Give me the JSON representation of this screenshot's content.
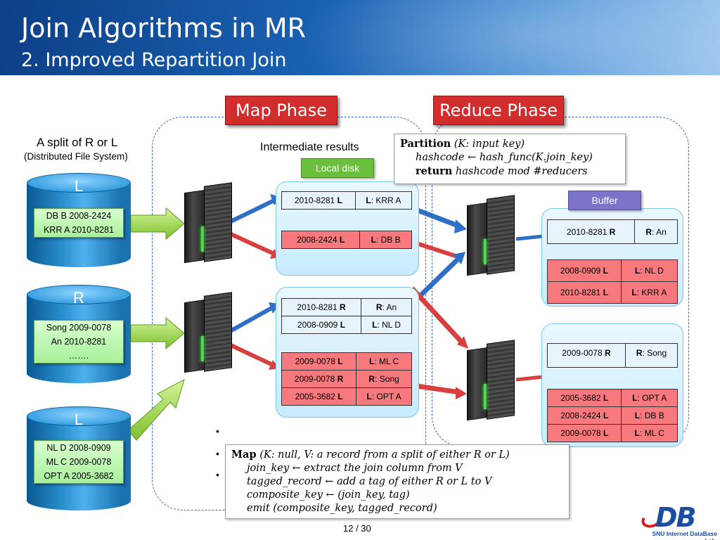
{
  "header": {
    "title": "Join Algorithms in MR",
    "subtitle": "2. Improved Repartition Join"
  },
  "phases": {
    "map": "Map Phase",
    "reduce": "Reduce Phase"
  },
  "split_label": {
    "line1": "A split of R or L",
    "line2": "(Distributed File System)"
  },
  "intermediate_label": "Intermediate results",
  "local_disk_label": "Local disk",
  "buffer_label": "Buffer",
  "splits": [
    {
      "name": "L",
      "rows": [
        "DB B 2008-2424",
        "KRR A 2010-8281"
      ]
    },
    {
      "name": "R",
      "rows": [
        "Song 2009-0078",
        "An 2010-8281",
        "……."
      ]
    },
    {
      "name": "L",
      "rows": [
        "NL D 2008-0909",
        "ML C 2009-0078",
        "OPT A 2005-3682"
      ]
    }
  ],
  "map1_tables": {
    "blue": [
      [
        "2010-8281 ",
        "L",
        "L",
        ": KRR A"
      ]
    ],
    "red": [
      [
        "2008-2424 ",
        "L",
        "L",
        ": DB B"
      ]
    ]
  },
  "map2_tables": {
    "blue": [
      [
        "2010-8281 ",
        "R",
        "R",
        ": An"
      ],
      [
        "2008-0909 ",
        "L",
        "L",
        ": NL D"
      ]
    ],
    "red": [
      [
        "2009-0078 ",
        "L",
        "L",
        ": ML C"
      ],
      [
        "2009-0078 ",
        "R",
        "R",
        ": Song"
      ],
      [
        "2005-3682 ",
        "L",
        "L",
        ": OPT A"
      ]
    ]
  },
  "reduce1_tables": {
    "blue": [
      [
        "2010-8281 ",
        "R",
        "R",
        ": An"
      ]
    ],
    "red": [
      [
        "2008-0909 ",
        "L",
        "L",
        ": NL D"
      ],
      [
        "2010-8281 ",
        "L",
        "L",
        ": KRR A"
      ]
    ]
  },
  "reduce2_tables": {
    "blue": [
      [
        "2009-0078 ",
        "R",
        "R",
        ": Song"
      ]
    ],
    "red": [
      [
        "2005-3682 ",
        "L",
        "L",
        ": OPT A"
      ],
      [
        "2008-2424 ",
        "L",
        "L",
        ": DB B"
      ],
      [
        "2009-0078 ",
        "L",
        "L",
        ": ML C"
      ]
    ]
  },
  "partition_formula": {
    "line1_kw": "Partition",
    "line1_rest": " (K: input key)",
    "line2": "hashcode ← hash_func(K.join_key)",
    "line3_kw": "return",
    "line3_rest": " hashcode mod #reducers"
  },
  "map_formula": {
    "line1_kw": "Map",
    "line1_rest": " (K: null, V: a record from a split of either R or L)",
    "line2": "join_key ← extract the join column from V",
    "line3": "tagged_record ← add a tag of either R or L to V",
    "line4": "composite_key ← (join_key, tag)",
    "line5": "emit (composite_key, tagged_record)"
  },
  "footer": {
    "page": "12 / 30",
    "logo_text": "DB",
    "logo_caption": "SNU Internet DataBase Lab."
  },
  "colors": {
    "phase_red": "#d22d2d",
    "local_disk_green": "#6cbf3c",
    "buffer_purple": "#7b74c9",
    "blue_row": "#e8f4fb",
    "red_row": "#f7797d"
  }
}
